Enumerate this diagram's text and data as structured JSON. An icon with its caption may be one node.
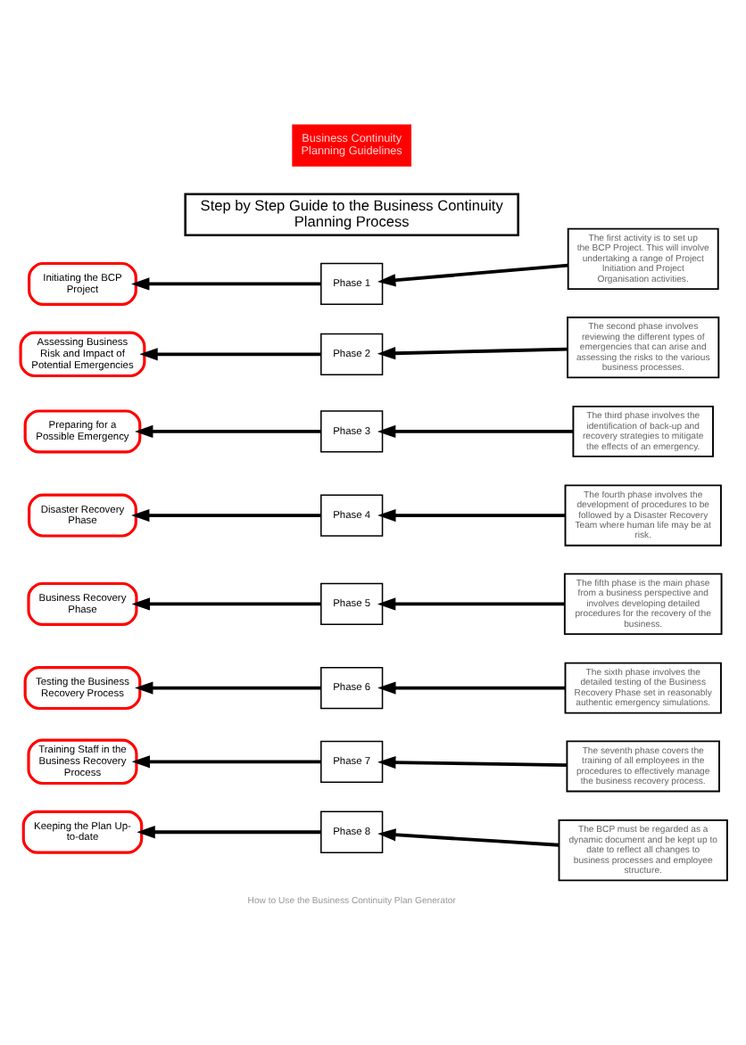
{
  "diagram": {
    "nodes": [
      {
        "text": [
          "Step by Step Guide to the Business Continuity Planning Process"
        ]
      },
      {
        "text": [
          "Initiating the BCP Project"
        ]
      },
      {
        "text": [
          "Phase 1"
        ]
      },
      {
        "text": [
          "The first activity is to set up the BCP Project. This will involve undertaking a range of Project Initiation and Project Organisation activities."
        ]
      },
      {
        "text": [
          "Assessing Business Risk and Impact of Potential Emergencies"
        ]
      },
      {
        "text": [
          "Phase 2"
        ]
      },
      {
        "text": [
          "The second phase involves reviewing the different types of emergencies that can arise and assessing the risks to the various business processes."
        ]
      },
      {
        "text": [
          "Preparing for a Possible Emergency"
        ]
      },
      {
        "text": [
          "Phase 3"
        ]
      },
      {
        "text": [
          "The third phase involves the identification of back-up and recovery strategies to mitigate the effects of an emergency."
        ]
      },
      {
        "text": [
          "Disaster Recovery Phase"
        ]
      },
      {
        "text": [
          "Phase 4"
        ]
      },
      {
        "text": [
          "The fourth phase involves the development of procedures to be followed by a Disaster Recovery Team where human life may be at risk."
        ]
      },
      {
        "text": [
          "Business Recovery Phase"
        ]
      },
      {
        "text": [
          "Phase 5"
        ]
      },
      {
        "text": [
          "The fifth phase is the main phase from a business perspective and involves developing detailed procedures for the recovery of the business."
        ]
      },
      {
        "text": [
          "Testing the Business Recovery Process"
        ]
      },
      {
        "text": [
          "Phase 6"
        ]
      },
      {
        "text": [
          "The sixth phase involves the detailed testing of the Business Recovery Phase set in reasonably authentic emergency simulations."
        ]
      },
      {
        "text": [
          "Training Staff in the Business Recovery Process"
        ]
      },
      {
        "text": [
          "Phase 7"
        ]
      },
      {
        "text": [
          "The seventh phase covers the training of all employees in the procedures to effectively manage the business recovery process."
        ]
      },
      {
        "text": [
          "Keeping the Plan Up-to-date"
        ]
      },
      {
        "text": [
          "Phase 8"
        ]
      },
      {
        "text": [
          "The BCP must be regarded as a dynamic document and be kept up to date to reflect all changes to business processes and employee structure."
        ]
      }
    ],
    "edges": [
      {
        "from": 3,
        "to": 2,
        "arrow": "to"
      },
      {
        "from": 2,
        "to": 1,
        "arrow": "to"
      },
      {
        "from": 6,
        "to": 5,
        "arrow": "to"
      },
      {
        "from": 5,
        "to": 4,
        "arrow": "to"
      },
      {
        "from": 9,
        "to": 8,
        "arrow": "to"
      },
      {
        "from": 8,
        "to": 7,
        "arrow": "to"
      },
      {
        "from": 12,
        "to": 11,
        "arrow": "to"
      },
      {
        "from": 11,
        "to": 10,
        "arrow": "to"
      },
      {
        "from": 15,
        "to": 14,
        "arrow": "to"
      },
      {
        "from": 14,
        "to": 13,
        "arrow": "to"
      },
      {
        "from": 18,
        "to": 17,
        "arrow": "to"
      },
      {
        "from": 17,
        "to": 16,
        "arrow": "to"
      },
      {
        "from": 21,
        "to": 20,
        "arrow": "to"
      },
      {
        "from": 20,
        "to": 19,
        "arrow": "to"
      },
      {
        "from": 24,
        "to": 23,
        "arrow": "to"
      },
      {
        "from": 23,
        "to": 22,
        "arrow": "to"
      }
    ],
    "labels": [
      "Business Continuity Planning Guidelines",
      "How to Use the Business Continuity Plan Generator"
    ]
  }
}
